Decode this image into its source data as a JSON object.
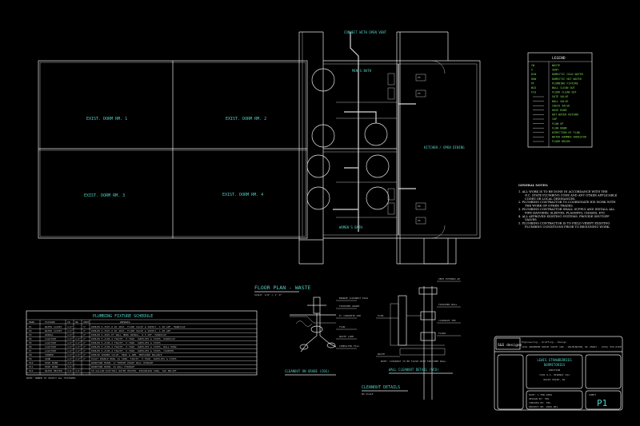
{
  "rooms": {
    "dorm1": "EXIST. DORM RM. 1",
    "dorm2": "EXIST. DORM RM. 2",
    "dorm3": "EXIST. DORM RM. 3",
    "dorm4": "EXIST. DORM RM. 4",
    "mens_bath": "MEN'S BATH",
    "womens_bath": "WOMEN'S BATH",
    "kitchen": "KITCHEN / OPEN DINING",
    "note_top": "CONNECT WITH OPEN VENT"
  },
  "floor_plan": {
    "title": "FLOOR PLAN - WASTE",
    "scale": "SCALE: 1/8\" = 1'-0\""
  },
  "legend": {
    "title": "LEGEND",
    "rows": [
      [
        "CW",
        "WASTE"
      ],
      [
        "V",
        "VENT"
      ],
      [
        "DCW",
        "DOMESTIC COLD WATER"
      ],
      [
        "DHW",
        "DOMESTIC HOT WATER"
      ],
      [
        "PF",
        "PLUMBING FIXTURE"
      ],
      [
        "WCO",
        "WALL CLEAN OUT"
      ],
      [
        "FCO",
        "FLOOR CLEAN OUT"
      ],
      [
        "",
        "GATE VALVE"
      ],
      [
        "",
        "BALL VALVE"
      ],
      [
        "",
        "CHECK VALVE"
      ],
      [
        "",
        "HOSE BIBB"
      ],
      [
        "",
        "HOT WATER RETURN"
      ],
      [
        "",
        "CAP"
      ],
      [
        "",
        "FLOW UP"
      ],
      [
        "",
        "FLOW DOWN"
      ],
      [
        "",
        "DIRECTION OF FLOW"
      ],
      [
        "",
        "WATER HAMMER ARRESTOR"
      ],
      [
        "",
        "FLOOR DRAIN"
      ]
    ]
  },
  "general_notes": {
    "title": "GENERAL NOTES:",
    "items": [
      "1.  ALL WORK IS TO BE DONE IN ACCORDANCE WITH THE N.C. STATE PLUMBING CODE AND ANY OTHER APPLICABLE CODES OR LOCAL ORDINANCES.",
      "2.  PLUMBING CONTRACTOR TO COORDINATE HIS WORK WITH THE WORK OF OTHER TRADES.",
      "3.  PLUMBING CONTRACTOR SHALL SUPPLY AND INSTALL ALL PIPE HANGERS, SLEEVES, FLASHING, CHASES, ETC.",
      "4.  ALL APPROVED EXISTING SYSTEMS. PROVIDE SHUTOFF VALVES.",
      "5.  PLUMBING CONTRACTOR IS TO FIELD VERIFY EXISTING PLUMBING CONDITIONS PRIOR TO BEGINNING WORK."
    ]
  },
  "schedule": {
    "title": "PLUMBING FIXTURE SCHEDULE",
    "headers": [
      "MARK",
      "FIXTURE",
      "CW",
      "HW",
      "VENT",
      "REMARKS"
    ],
    "rows": [
      [
        "P1",
        "WATER CLOSET",
        "1/2\"",
        "-",
        "3\"",
        "KOHLER K-3597-0 WC SEAT, FLUSH VALVE & SUPPLY, 1.28 GPF, HANDICAP"
      ],
      [
        "P2",
        "WATER CLOSET",
        "1/2\"",
        "-",
        "3\"",
        "KOHLER K-3597-0 WC SEAT, FLUSH VALVE & SUPPLY, 1.28 GPF"
      ],
      [
        "P3",
        "URINAL",
        "1/2\"",
        "-",
        "2\"",
        "KOHLER K-4991-ET WALL HUNG URINAL, 0.5 GPF, HANDICAP"
      ],
      [
        "P4",
        "LAVATORY",
        "1/2\"",
        "1/2\"",
        "2\"",
        "KOHLER K-2196-4 FAUCET, P-TRAP, SUPPLIES & STOPS, HANDICAP"
      ],
      [
        "P5",
        "LAVATORY",
        "1/2\"",
        "1/2\"",
        "2\"",
        "KOHLER K-2196-4 FAUCET, P-TRAP, SUPPLIES & STOPS"
      ],
      [
        "P6",
        "LAVATORY",
        "1/2\"",
        "1/2\"",
        "2\"",
        "KOHLER K-2196-4 FAUCET, P-TRAP, SUPPLIES & STOPS, WALL HUNG"
      ],
      [
        "P7",
        "LAVATORY",
        "1/2\"",
        "1/2\"",
        "2\"",
        "KOHLER K-2196-4 FAUCET, P-TRAP, SUPPLIES & STOPS, COUNTER"
      ],
      [
        "P8",
        "SHOWER",
        "1/2\"",
        "1/2\"",
        "2\"",
        "KOHLER SHOWER VALVE, HEAD & ARM, PRESSURE BALANCE"
      ],
      [
        "P9",
        "SINK",
        "1/2\"",
        "1/2\"",
        "2\"",
        "ELKAY DOUBLE BOWL SS SINK, FAUCET, P-TRAP, SUPPLIES & STOPS"
      ],
      [
        "P10",
        "HOSE BIBB",
        "3/4\"",
        "-",
        "-",
        "WOODFORD MODEL 17 FREEZE PROOF WALL HYDRANT"
      ],
      [
        "P11",
        "HOSE BIBB",
        "3/4\"",
        "-",
        "-",
        "WOODFORD MODEL 24 WALL HYDRANT"
      ],
      [
        "P12",
        "WATER HEATER",
        "3/4\"",
        "3/4\"",
        "-",
        "50 GALLON ELECTRIC WATER HEATER, EXPANSION TANK, T&P RELIEF"
      ]
    ],
    "note": "NOTE: OWNER TO SELECT ALL FIXTURES"
  },
  "details": {
    "cleanout_grade": "CLEANOUT ON GRADE (COG)",
    "wall_cleanout": "WALL CLEANOUT DETAIL (WCO)",
    "title": "CLEANOUT DETAILS",
    "scale": "NO SCALE",
    "note": "NOTE: CLEANOUT TO BE FLUSH WITH FINISHED WALL.",
    "labels_left": [
      "BRONZE CLEANOUT PLUG",
      "FINISHED GRADE",
      "6\" CONCRETE PAD",
      "FLOW",
      "WASTE LINE",
      "COMPACTED FILL"
    ],
    "labels_right": [
      "VENT EXTENDS UP",
      "FINISHED WALL",
      "CLEANOUT TEE",
      "FLOOR",
      "FLOW",
      "WASTE"
    ]
  },
  "title_block": {
    "firm": "S&S designs",
    "firm_sub": "Engineering · Drafting · Design",
    "address": "1234 ANYWHERE DRIVE SUITE 100 · WILMINGTON, NC 28403 · (910) 555-0100",
    "project_lines": [
      "LEWIS STRAWBERRIES",
      "DORMITORIES",
      "ADDITION",
      "7150 U.S. HIGHWAY 421",
      "ROCKY POINT, NC"
    ],
    "date": "DATE: 1 FEB 2009",
    "drawn": "DESIGN BY:  TBS",
    "checked": "CHECKED BY:  TBS",
    "project_no": "PROJECT NO:  2009-001",
    "sheet_label": "SHEET",
    "sheet": "P1"
  }
}
